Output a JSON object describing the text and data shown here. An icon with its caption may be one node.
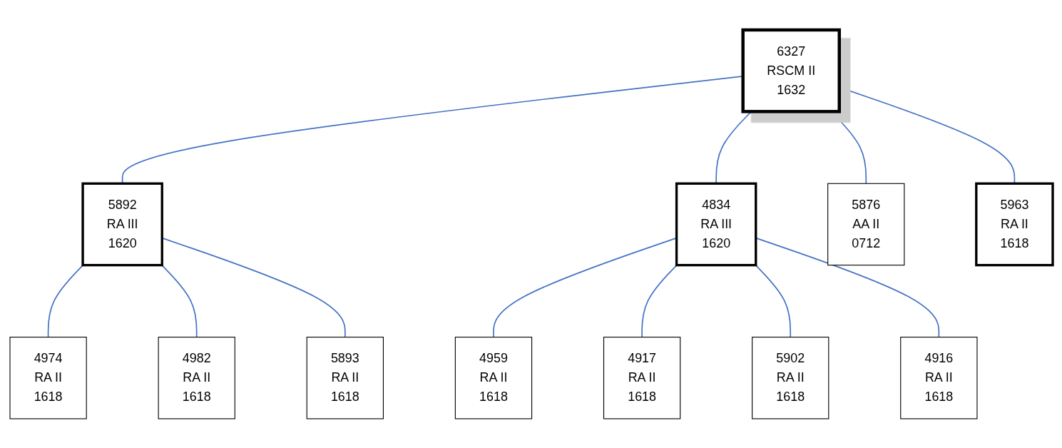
{
  "diagram": {
    "nodes": [
      {
        "text": [
          "6327",
          "RSCM II",
          "1632"
        ]
      },
      {
        "text": [
          "5892",
          "RA III",
          "1620"
        ]
      },
      {
        "text": [
          "4834",
          "RA III",
          "1620"
        ]
      },
      {
        "text": [
          "5876",
          "AA II",
          "0712"
        ]
      },
      {
        "text": [
          "5963",
          "RA II",
          "1618"
        ]
      },
      {
        "text": [
          "4974",
          "RA II",
          "1618"
        ]
      },
      {
        "text": [
          "4982",
          "RA II",
          "1618"
        ]
      },
      {
        "text": [
          "5893",
          "RA II",
          "1618"
        ]
      },
      {
        "text": [
          "4959",
          "RA II",
          "1618"
        ]
      },
      {
        "text": [
          "4917",
          "RA II",
          "1618"
        ]
      },
      {
        "text": [
          "5902",
          "RA II",
          "1618"
        ]
      },
      {
        "text": [
          "4916",
          "RA II",
          "1618"
        ]
      }
    ],
    "edges": [
      {
        "from": 0,
        "to": 1,
        "arrow": "none"
      },
      {
        "from": 0,
        "to": 2,
        "arrow": "none"
      },
      {
        "from": 0,
        "to": 3,
        "arrow": "none"
      },
      {
        "from": 0,
        "to": 4,
        "arrow": "none"
      },
      {
        "from": 1,
        "to": 5,
        "arrow": "none"
      },
      {
        "from": 1,
        "to": 6,
        "arrow": "none"
      },
      {
        "from": 1,
        "to": 7,
        "arrow": "none"
      },
      {
        "from": 2,
        "to": 8,
        "arrow": "none"
      },
      {
        "from": 2,
        "to": 9,
        "arrow": "none"
      },
      {
        "from": 2,
        "to": 10,
        "arrow": "none"
      },
      {
        "from": 2,
        "to": 11,
        "arrow": "none"
      }
    ]
  }
}
